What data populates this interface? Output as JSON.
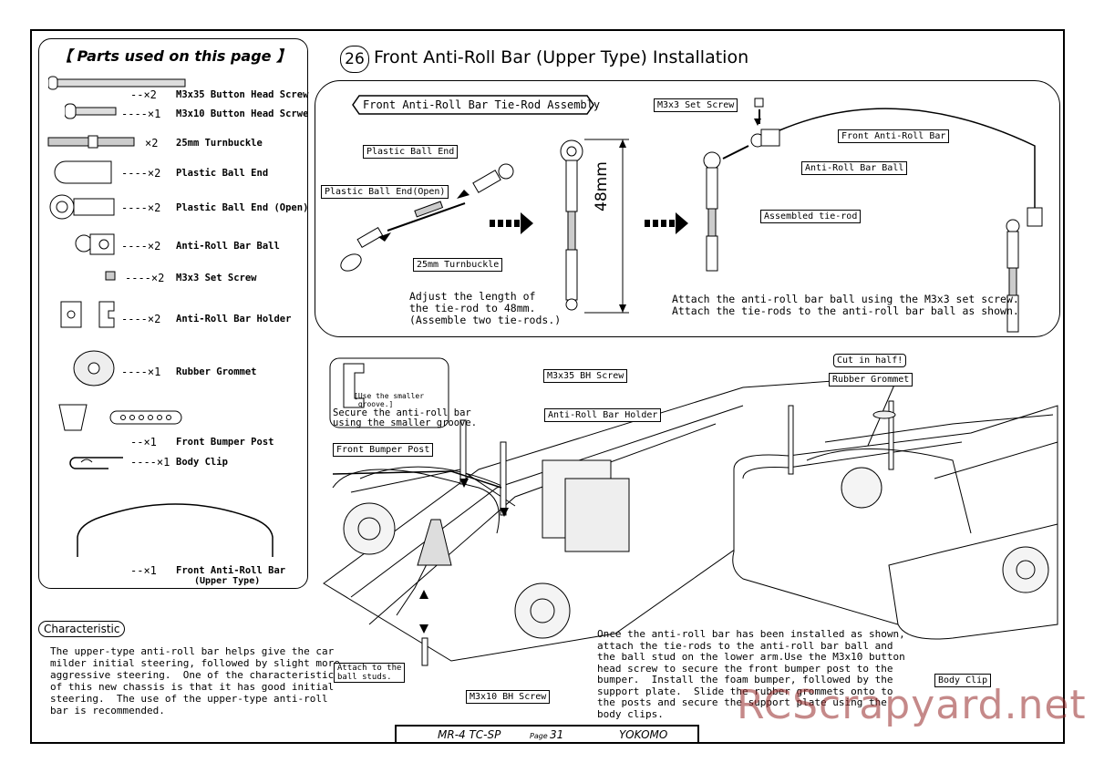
{
  "parts_panel": {
    "title": "【 Parts used on this page 】",
    "items": [
      {
        "qty": "--×2",
        "name": "M3x35 Button Head Screw"
      },
      {
        "qty": "----×1",
        "name": "M3x10 Button Head Scrwe"
      },
      {
        "qty": "×2",
        "name": "25mm Turnbuckle"
      },
      {
        "qty": "----×2",
        "name": "Plastic Ball End"
      },
      {
        "qty": "----×2",
        "name": "Plastic Ball End (Open)"
      },
      {
        "qty": "----×2",
        "name": "Anti-Roll Bar Ball"
      },
      {
        "qty": "----×2",
        "name": "M3x3 Set Screw"
      },
      {
        "qty": "----×2",
        "name": "Anti-Roll Bar Holder"
      },
      {
        "qty": "----×1",
        "name": "Rubber Grommet"
      },
      {
        "qty": "--×1",
        "name": "Front Bumper Post"
      },
      {
        "qty": "----×1",
        "name": "Body Clip"
      },
      {
        "qty": "--×1",
        "name": "Front Anti-Roll Bar",
        "sub": "(Upper Type)"
      }
    ]
  },
  "characteristic": {
    "label": "Characteristic",
    "text": "The upper-type anti-roll bar helps give the car\nmilder initial steering, followed by slight more\naggressive steering.  One of the characteristics\nof this new chassis is that it has good initial\nsteering.  The use of the upper-type anti-roll\nbar is recommended."
  },
  "step": {
    "number": "26",
    "title": "Front Anti-Roll Bar (Upper Type) Installation"
  },
  "top_panel": {
    "assembly_title": "Front Anti-Roll Bar Tie-Rod Assembly",
    "labels": {
      "plastic_ball_end": "Plastic Ball End",
      "plastic_ball_end_open": "Plastic Ball End(Open)",
      "turnbuckle": "25mm Turnbuckle",
      "set_screw": "M3x3 Set Screw",
      "front_anti_roll_bar": "Front Anti-Roll Bar",
      "anti_roll_bar_ball": "Anti-Roll Bar Ball",
      "assembled_tie_rod": "Assembled tie-rod"
    },
    "dimension": "48mm",
    "adjust_note": "Adjust the length of\nthe tie-rod to 48mm.\n(Assemble two tie-rods.)",
    "attach_note": "Attach the anti-roll bar ball using the M3x3 set screw.\nAttach the tie-rods to the anti-roll bar ball as shown."
  },
  "bottom_panel": {
    "inset_hint": "[Use the smaller\n groove.]",
    "inset_note": "Secure the anti-roll bar\nusing the smaller groove.",
    "labels": {
      "m3x35": "M3x35 BH Screw",
      "holder": "Anti-Roll Bar Holder",
      "bumper_post": "Front Bumper Post",
      "attach_ball_studs": "Attach to the\nball studs.",
      "m3x10": "M3x10 BH Screw",
      "cut_in_half": "Cut in half!",
      "rubber_grommet": "Rubber Grommet",
      "body_clip": "Body Clip"
    },
    "install_note": "Once the anti-roll bar has been installed as shown,\nattach the tie-rods to the anti-roll bar ball and\nthe ball stud on the lower arm.Use the M3x10 button\nhead screw to secure the front bumper post to the\nbumper.  Install the foam bumper, followed by the\nsupport plate.  Slide the rubber grommets onto to\nthe posts and secure the support plate using the\nbody clips."
  },
  "footer": {
    "model": "MR-4 TC-SP",
    "page_label": "Page",
    "page_number": "31",
    "brand": "YOKOMO"
  },
  "watermark": "RCScrapyard.net"
}
